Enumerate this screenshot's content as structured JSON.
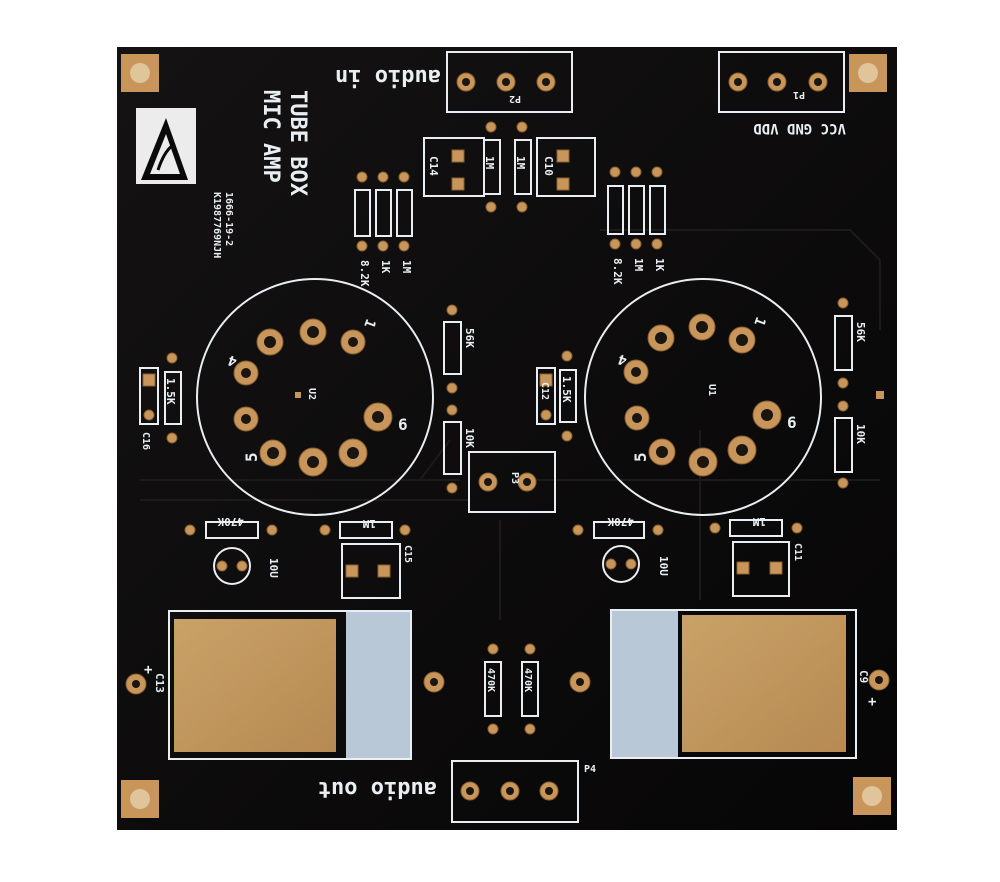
{
  "board": {
    "title_line1": "TUBE BOX",
    "title_line2": "MIC AMP",
    "date_code": "1666-19-2",
    "serial_code": "K1987769NJH"
  },
  "connectors": {
    "audio_in": "audio in",
    "audio_out": "audio out",
    "power_labels": "VCC GND VDD",
    "p1": "P1",
    "p2": "P2",
    "p3": "P3",
    "p4": "P4"
  },
  "tubes": {
    "u1": "U1",
    "u2": "U2",
    "pin1": "1",
    "pin4": "4",
    "pin5": "5",
    "pin6": "6"
  },
  "components": {
    "c9": "C9",
    "c10": "C10",
    "c11": "C11",
    "c12": "C12",
    "c13": "C13",
    "c14": "C14",
    "c15": "C15",
    "c16": "C16",
    "r_1m": "1M",
    "r_1k": "1K",
    "r_8_2k": "8.2K",
    "r_56k": "56K",
    "r_10k": "10K",
    "r_1_5k": "1.5K",
    "r_470k": "470K",
    "cap_10u": "10U",
    "plus": "+"
  },
  "colors": {
    "board": "#0b0a0a",
    "silkscreen": "#e8eef2",
    "copper": "#c8965a"
  }
}
